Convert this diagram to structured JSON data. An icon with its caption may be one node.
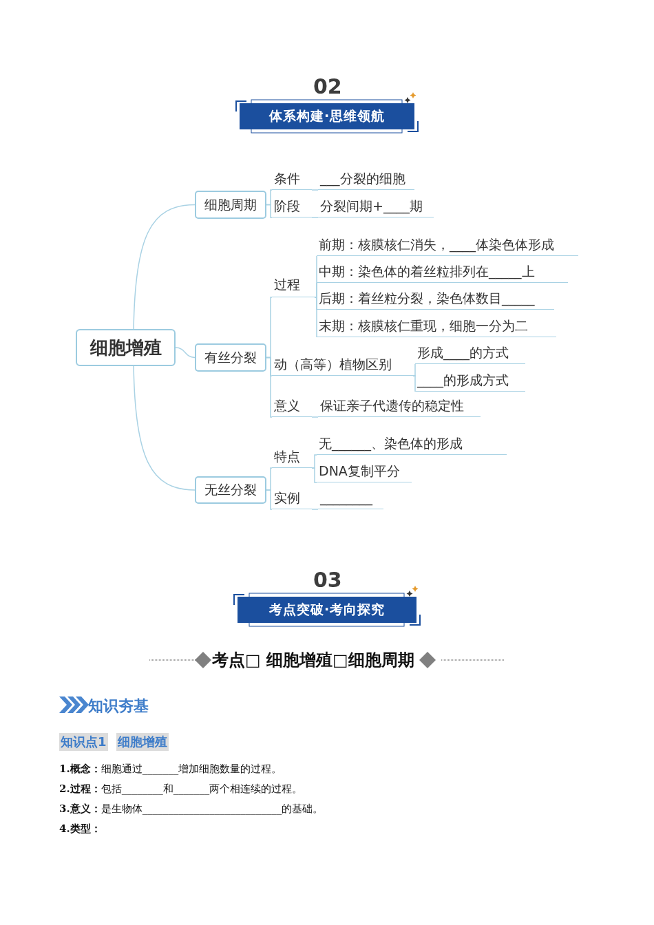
{
  "diagram": {
    "nodes": [
      {
        "text": [
          "体系构建·思维领航"
        ],
        "beside": [
          "02"
        ]
      },
      {
        "text": [
          "细胞增殖"
        ]
      },
      {
        "text": [
          "细胞周期"
        ]
      },
      {
        "text": [
          "条件"
        ]
      },
      {
        "text": [
          "___分裂的细胞"
        ]
      },
      {
        "text": [
          "阶段"
        ]
      },
      {
        "text": [
          "分裂间期+____期"
        ]
      },
      {
        "text": [
          "有丝分裂"
        ]
      },
      {
        "text": [
          "过程"
        ]
      },
      {
        "text": [
          "前期：核膜核仁消失，____体染色体形成"
        ]
      },
      {
        "text": [
          "中期：染色体的着丝粒排列在_____上"
        ]
      },
      {
        "text": [
          "后期：着丝粒分裂，染色体数目_____"
        ]
      },
      {
        "text": [
          "末期：核膜核仁重现，细胞一分为二"
        ]
      },
      {
        "text": [
          "动（高等）植物区别"
        ]
      },
      {
        "text": [
          "形成____的方式"
        ]
      },
      {
        "text": [
          "____的形成方式"
        ]
      },
      {
        "text": [
          "意义"
        ]
      },
      {
        "text": [
          "保证亲子代遗传的稳定性"
        ]
      },
      {
        "text": [
          "无丝分裂"
        ]
      },
      {
        "text": [
          "特点"
        ]
      },
      {
        "text": [
          "无______、染色体的形成"
        ]
      },
      {
        "text": [
          "DNA复制平分"
        ]
      },
      {
        "text": [
          "实例"
        ]
      },
      {
        "text": [
          "________"
        ]
      },
      {
        "text": [
          "考点突破·考向探究"
        ],
        "beside": [
          "03"
        ]
      }
    ],
    "edges": [
      {
        "from": 1,
        "to": 2,
        "arrow": "none"
      },
      {
        "from": 1,
        "to": 7,
        "arrow": "none"
      },
      {
        "from": 1,
        "to": 18,
        "arrow": "none"
      },
      {
        "from": 2,
        "to": 3,
        "arrow": "none"
      },
      {
        "from": 3,
        "to": 4,
        "arrow": "none"
      },
      {
        "from": 2,
        "to": 5,
        "arrow": "none"
      },
      {
        "from": 5,
        "to": 6,
        "arrow": "none"
      },
      {
        "from": 7,
        "to": 8,
        "arrow": "none"
      },
      {
        "from": 8,
        "to": 9,
        "arrow": "none"
      },
      {
        "from": 8,
        "to": 10,
        "arrow": "none"
      },
      {
        "from": 8,
        "to": 11,
        "arrow": "none"
      },
      {
        "from": 8,
        "to": 12,
        "arrow": "none"
      },
      {
        "from": 7,
        "to": 13,
        "arrow": "none"
      },
      {
        "from": 13,
        "to": 14,
        "arrow": "none"
      },
      {
        "from": 13,
        "to": 15,
        "arrow": "none"
      },
      {
        "from": 7,
        "to": 16,
        "arrow": "none"
      },
      {
        "from": 16,
        "to": 17,
        "arrow": "none"
      },
      {
        "from": 18,
        "to": 19,
        "arrow": "none"
      },
      {
        "from": 19,
        "to": 20,
        "arrow": "none"
      },
      {
        "from": 19,
        "to": 21,
        "arrow": "none"
      },
      {
        "from": 18,
        "to": 22,
        "arrow": "none"
      },
      {
        "from": 22,
        "to": 23,
        "arrow": "none"
      }
    ],
    "labels": [
      "考点□ 细胞增殖□细胞周期",
      "知识夯基",
      "知识点1",
      "细胞增殖",
      "**1.概念：**细胞通过_______增加细胞数量的过程。",
      "**2.过程：**包括________和_______两个相连续的过程。",
      "**3.意义：**是生物体___________________________的基础。",
      "**4.类型：**"
    ]
  }
}
